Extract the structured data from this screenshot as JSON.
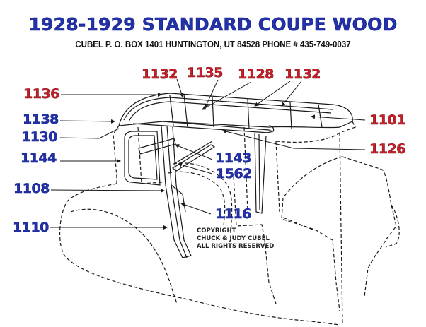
{
  "header": {
    "title": "1928-1929 STANDARD COUPE WOOD",
    "subtitle": "CUBEL  P. O. BOX 1401  HUNTINGTON, UT 84528  PHONE # 435-749-0037"
  },
  "colors": {
    "title": "#2432a8",
    "label_red": "#c8202a",
    "label_blue": "#2432a8",
    "line": "#1a1a1a",
    "background": "#ffffff"
  },
  "parts": {
    "top_labels": [
      {
        "id": "1132",
        "color": "red"
      },
      {
        "id": "1135",
        "color": "red"
      },
      {
        "id": "1128",
        "color": "red"
      },
      {
        "id": "1132",
        "color": "red"
      }
    ],
    "left_labels": [
      {
        "id": "1136",
        "color": "red"
      },
      {
        "id": "1138",
        "color": "blue"
      },
      {
        "id": "1130",
        "color": "blue"
      },
      {
        "id": "1144",
        "color": "blue"
      },
      {
        "id": "1108",
        "color": "blue"
      },
      {
        "id": "1110",
        "color": "blue"
      }
    ],
    "right_labels": [
      {
        "id": "1101",
        "color": "red"
      },
      {
        "id": "1126",
        "color": "red"
      }
    ],
    "center_labels": [
      {
        "id": "1143",
        "color": "blue"
      },
      {
        "id": "1562",
        "color": "blue"
      },
      {
        "id": "1116",
        "color": "blue"
      }
    ]
  },
  "copyright": {
    "line1": "COPYRIGHT",
    "line2": "CHUCK & JUDY CUBEL",
    "line3": "ALL RIGHTS RESERVED"
  }
}
